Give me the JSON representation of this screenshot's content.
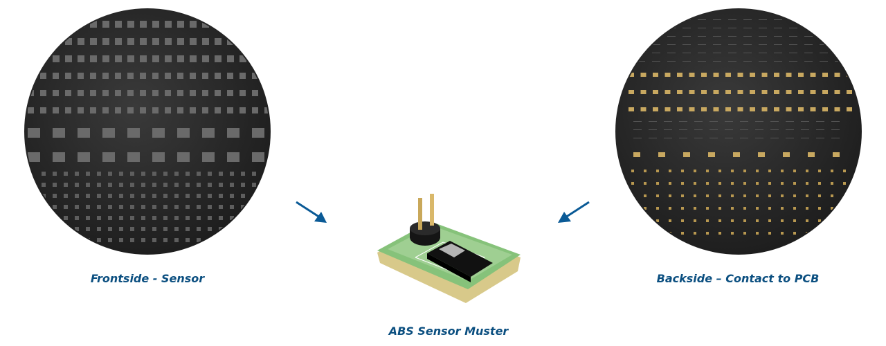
{
  "labels": {
    "frontside": "Frontside - Sensor",
    "backside": "Backside – Contact to PCB",
    "sample": "ABS Sensor Muster"
  },
  "colors": {
    "text": "#0b4f80",
    "arrow": "#0a5a96",
    "wafer": "#2a2a2a",
    "pcb": "#7fbf6a"
  },
  "icons": [
    "arrow-down-right-icon",
    "arrow-down-left-icon"
  ]
}
